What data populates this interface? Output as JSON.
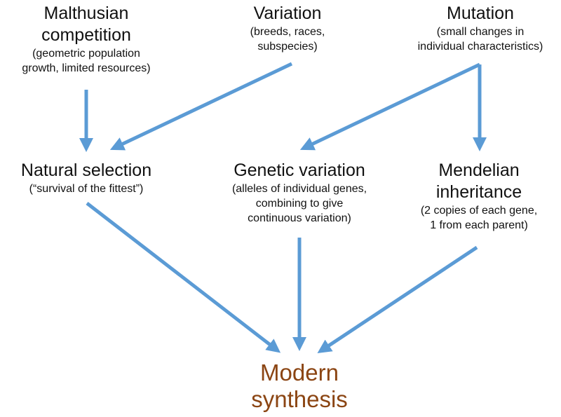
{
  "diagram": {
    "colors": {
      "arrow": "#5B9BD5",
      "final_text": "#8B4513",
      "text": "#111111"
    },
    "nodes": {
      "malthusian": {
        "title_lines": [
          "Malthusian",
          "competition"
        ],
        "subtitle_lines": [
          "(geometric population",
          "growth, limited resources)"
        ]
      },
      "variation": {
        "title_lines": [
          "Variation"
        ],
        "subtitle_lines": [
          "(breeds, races,",
          "subspecies)"
        ]
      },
      "mutation": {
        "title_lines": [
          "Mutation"
        ],
        "subtitle_lines": [
          "(small changes in",
          "individual characteristics)"
        ]
      },
      "natural_selection": {
        "title_lines": [
          "Natural selection"
        ],
        "subtitle_lines": [
          "(“survival of the fittest”)"
        ]
      },
      "genetic_variation": {
        "title_lines": [
          "Genetic variation"
        ],
        "subtitle_lines": [
          "(alleles of individual genes,",
          "combining to give",
          "continuous variation)"
        ]
      },
      "mendelian": {
        "title_lines": [
          "Mendelian",
          "inheritance"
        ],
        "subtitle_lines": [
          "(2 copies of each gene,",
          "1 from each parent)"
        ]
      },
      "modern_synthesis": {
        "title_lines": [
          "Modern",
          "synthesis"
        ]
      }
    },
    "edges": [
      {
        "from": "malthusian",
        "to": "natural_selection"
      },
      {
        "from": "variation",
        "to": "natural_selection"
      },
      {
        "from": "mutation",
        "to": "genetic_variation"
      },
      {
        "from": "mutation",
        "to": "mendelian"
      },
      {
        "from": "natural_selection",
        "to": "modern_synthesis"
      },
      {
        "from": "genetic_variation",
        "to": "modern_synthesis"
      },
      {
        "from": "mendelian",
        "to": "modern_synthesis"
      }
    ]
  }
}
